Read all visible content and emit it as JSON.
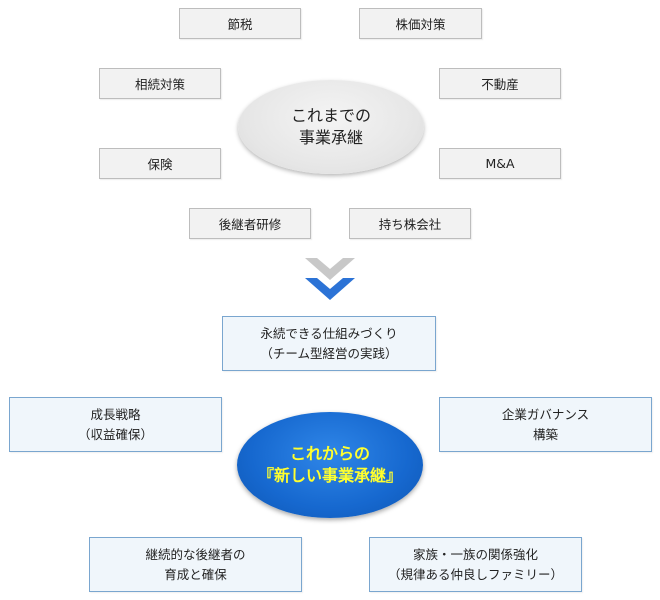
{
  "old_center": {
    "line1": "これまでの",
    "line2": "事業承継"
  },
  "old_items": {
    "setsuzei": "節税",
    "kabuka": "株価対策",
    "souzoku": "相続対策",
    "fudousan": "不動産",
    "hoken": "保険",
    "ma": "M&A",
    "koukeisha": "後継者研修",
    "mochikabu": "持ち株会社"
  },
  "sustainable": {
    "line1": "永続できる仕組みづくり",
    "line2": "（チーム型経営の実践）"
  },
  "new_center": {
    "line1": "これからの",
    "line2": "『新しい事業承継』"
  },
  "new_items": {
    "growth": {
      "line1": "成長戦略",
      "line2": "（収益確保）"
    },
    "governance": {
      "line1": "企業ガバナンス",
      "line2": "構築"
    },
    "successor": {
      "line1": "継続的な後継者の",
      "line2": "育成と確保"
    },
    "family": {
      "line1": "家族・一族の関係強化",
      "line2": "（規律ある仲良しファミリー）"
    }
  },
  "colors": {
    "gray_box": "#f2f2f2",
    "blue_border": "#7aa6cf",
    "blue_oval": "#1668cf",
    "yellow_text": "#ffff2e",
    "arrow_gray": "#c8c8c8",
    "arrow_blue": "#2c73d6"
  },
  "icons": {
    "flow_arrow": "double-chevron-down-icon"
  }
}
